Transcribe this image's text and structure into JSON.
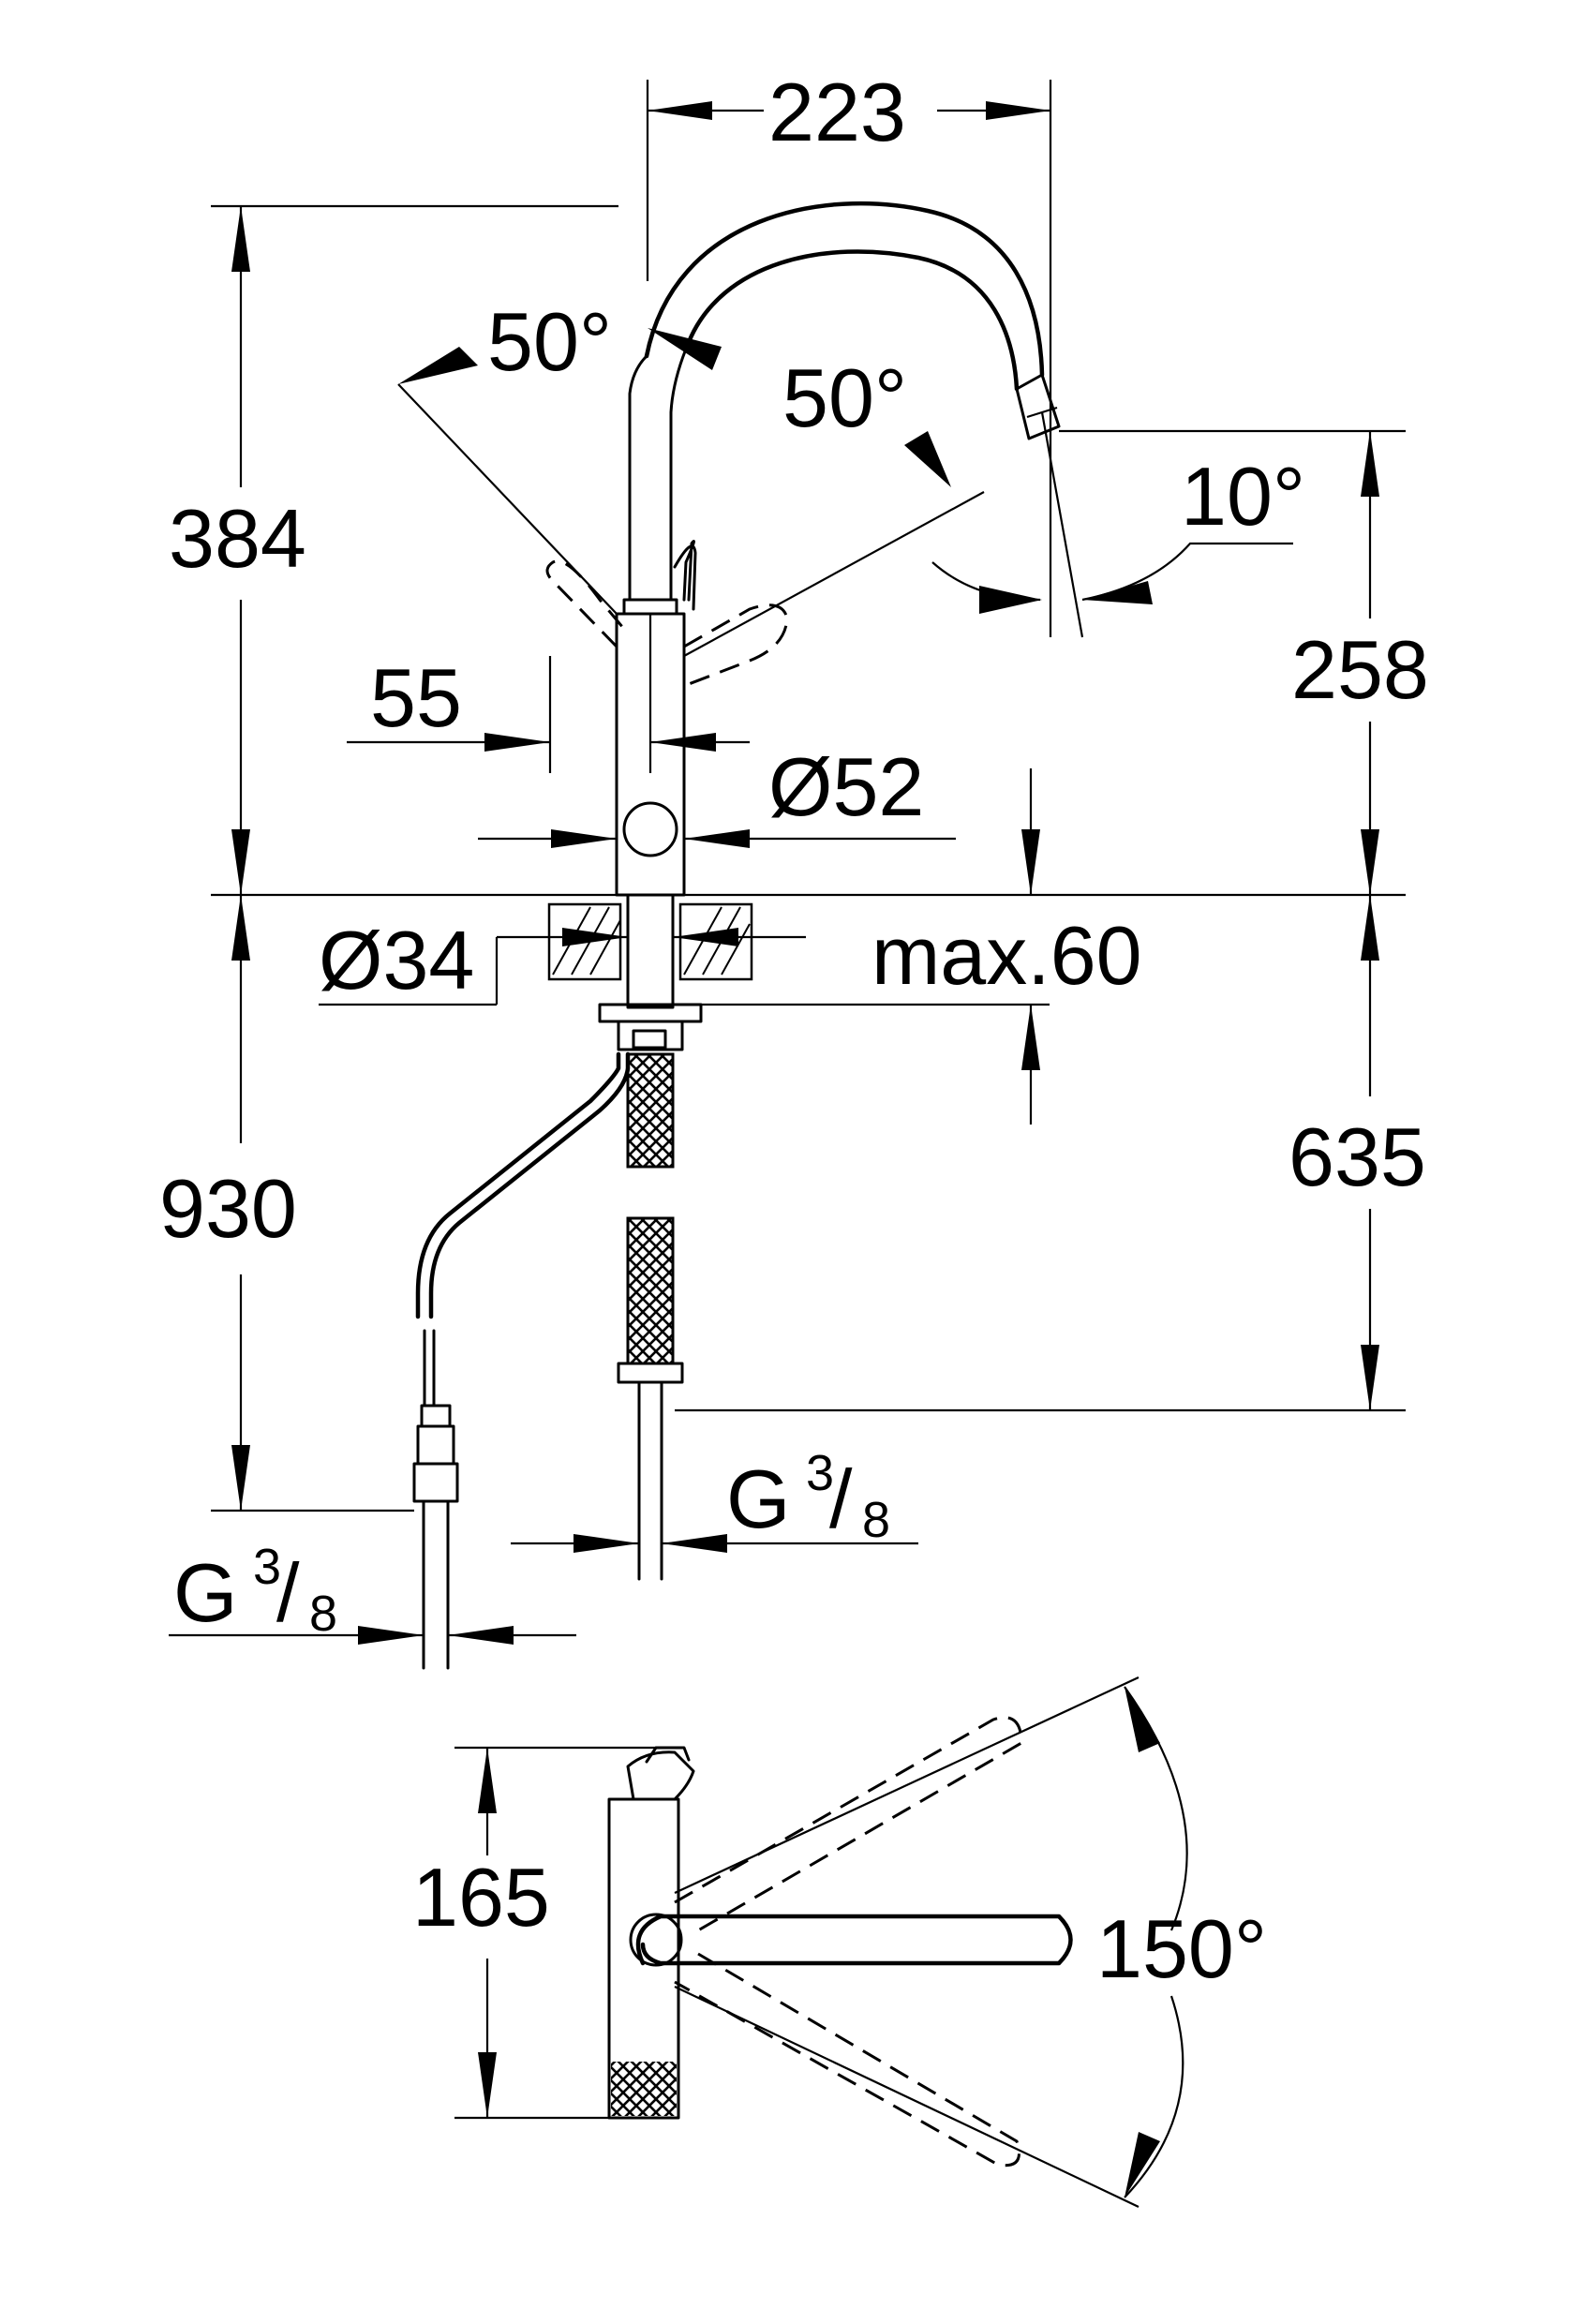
{
  "front_view": {
    "dims": {
      "spout_reach": "223",
      "total_height": "384",
      "handle_angle_left": "50°",
      "handle_angle_right": "50°",
      "spout_tilt": "10°",
      "outlet_height": "258",
      "lever_offset": "55",
      "body_diameter": "Ø52",
      "hole_diameter": "Ø34",
      "max_thickness": "max.60",
      "hose_length_left": "930",
      "hose_length_right": "635"
    },
    "connections": {
      "left_prefix": "G",
      "left_num": "3",
      "left_den": "8",
      "right_prefix": "G",
      "right_num": "3",
      "right_den": "8"
    }
  },
  "top_view": {
    "dims": {
      "depth": "165",
      "swivel_angle": "150°"
    }
  }
}
